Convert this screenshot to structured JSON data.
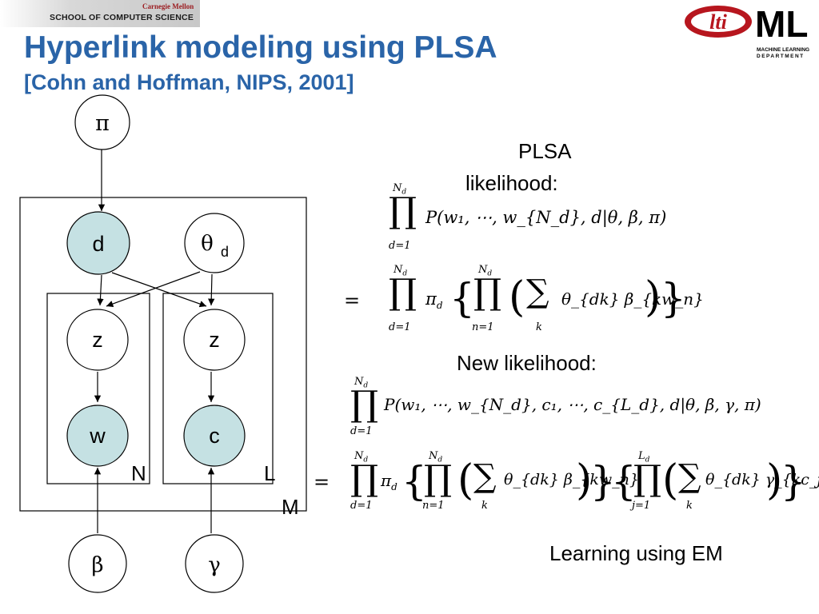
{
  "header": {
    "university": "Carnegie Mellon",
    "school": "SCHOOL OF COMPUTER SCIENCE",
    "logo_lti": "lti",
    "logo_ml": "ML",
    "logo_ml_sub1": "MACHINE LEARNING",
    "logo_ml_sub2": "DEPARTMENT"
  },
  "title": "Hyperlink modeling using PLSA",
  "subtitle": "[Cohn and Hoffman, NIPS, 2001]",
  "diagram": {
    "nodes": {
      "pi": "π",
      "d": "d",
      "theta": "θ",
      "theta_sub": "d",
      "z_left": "z",
      "z_right": "z",
      "w": "w",
      "c": "c",
      "beta": "β",
      "gamma": "γ"
    },
    "plates": {
      "N": "N",
      "L": "L",
      "M": "M"
    }
  },
  "labels": {
    "plsa_line1": "PLSA",
    "plsa_line2": "likelihood:",
    "new_likelihood": "New likelihood:",
    "learning": "Learning using EM"
  },
  "equations": {
    "eq1": "P(w₁, ⋯, w_{N_d}, d|θ, β, π)",
    "eq2_pi": "π",
    "eq2_pi_sub": "d",
    "eq2_sum": "θ_{dk} β_{kw_n}",
    "eq3": "P(w₁, ⋯, w_{N_d}, c₁, ⋯, c_{L_d}, d|θ, β, γ, π)",
    "eq4_sum1": "θ_{dk} β_{kw_n}",
    "eq4_sum2": "θ_{dk} γ_{kc_j}",
    "prod_upper": "N",
    "prod_upper_sub": "d",
    "prod_lower": "d=1",
    "prod_lower_n": "n=1",
    "prod_lower_j": "j=1",
    "prod_upper_L": "L",
    "sum_lower": "k",
    "equals": "="
  },
  "colors": {
    "title": "#2a64a8",
    "shaded_node": "#c5e1e3",
    "cmu_red": "#9b1b1f",
    "lti_red": "#b7161e"
  }
}
